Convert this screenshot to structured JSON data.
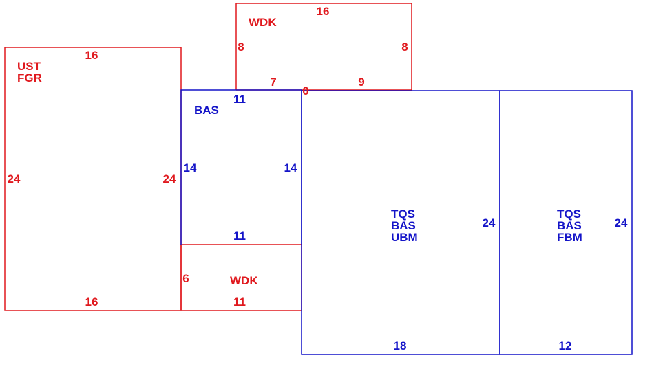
{
  "colors": {
    "red": "#e0191e",
    "blue": "#1414c8",
    "background": "#ffffff"
  },
  "areas": [
    {
      "id": "wdk-top",
      "color": "red",
      "name_lines": [
        "WDK"
      ],
      "dims": {
        "top": "16",
        "left": "8",
        "right": "8",
        "bottom_left": "7",
        "bottom_mid": "0",
        "bottom_right": "9"
      }
    },
    {
      "id": "ust-fgr",
      "color": "red",
      "name_lines": [
        "UST",
        "FGR"
      ],
      "dims": {
        "top": "16",
        "left": "24",
        "right": "24",
        "bottom": "16"
      }
    },
    {
      "id": "bas",
      "color": "blue",
      "name_lines": [
        "BAS"
      ],
      "dims": {
        "top": "11",
        "left": "14",
        "right": "14",
        "bottom": "11"
      }
    },
    {
      "id": "wdk-bottom",
      "color": "red",
      "name_lines": [
        "WDK"
      ],
      "dims": {
        "left": "6",
        "bottom": "11"
      }
    },
    {
      "id": "tqs-bas-ubm",
      "color": "blue",
      "name_lines": [
        "TQS",
        "BAS",
        "UBM"
      ],
      "dims": {
        "right": "24",
        "bottom": "18"
      }
    },
    {
      "id": "tqs-bas-fbm",
      "color": "blue",
      "name_lines": [
        "TQS",
        "BAS",
        "FBM"
      ],
      "dims": {
        "right": "24",
        "bottom": "12"
      }
    }
  ]
}
